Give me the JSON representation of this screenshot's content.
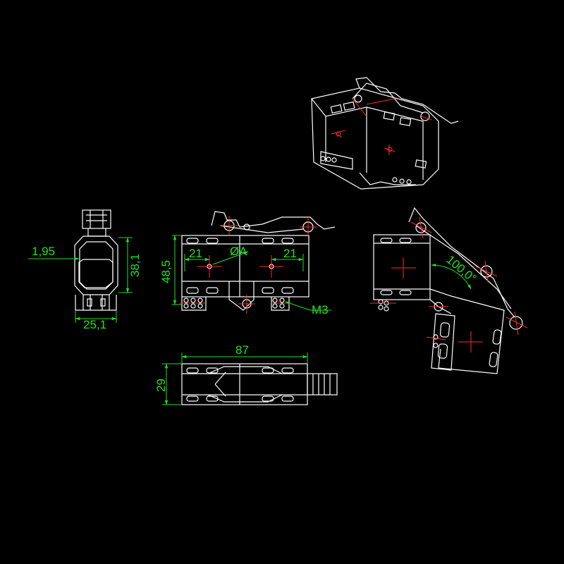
{
  "colors": {
    "background": "#000000",
    "outline": "#ffffff",
    "dimension": "#22e022",
    "centerline": "#ff2a2a"
  },
  "dimensions": {
    "wall_thickness": "1,95",
    "end_height": "38,1",
    "end_width": "25,1",
    "overall_height": "48,5",
    "hole_offset_left": "21",
    "bore": "ØA",
    "hole_offset_right": "21",
    "screw": "M3",
    "length": "87",
    "width": "29",
    "swing_angle": "100,0°"
  }
}
